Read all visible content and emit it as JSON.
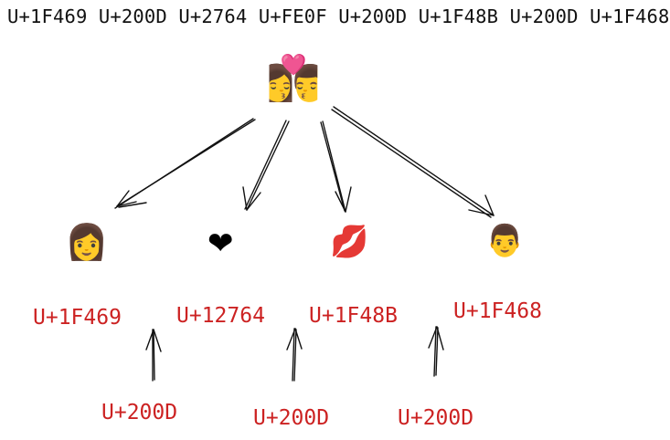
{
  "sequence": "U+1F469 U+200D U+2764 U+FE0F U+200D U+1F48B U+200D U+1F468",
  "emoji": {
    "combined": "👩‍❤️‍💋‍👨",
    "woman": "👩",
    "heart": "❤",
    "kiss": "💋",
    "man": "👨"
  },
  "labels": {
    "woman": "U+1F469",
    "heart": "U+12764",
    "kiss": "U+1F48B",
    "man": "U+1F468",
    "zwj": [
      "U+200D",
      "U+200D",
      "U+200D"
    ]
  },
  "colors": {
    "label": "#cc2222",
    "text": "#111111"
  }
}
